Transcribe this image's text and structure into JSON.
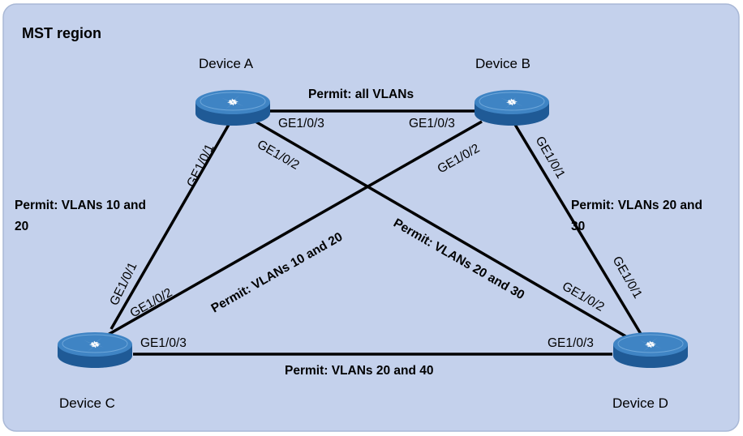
{
  "region": {
    "label": "MST region"
  },
  "devices": {
    "a": {
      "name": "Device A"
    },
    "b": {
      "name": "Device B"
    },
    "c": {
      "name": "Device C"
    },
    "d": {
      "name": "Device D"
    }
  },
  "links": {
    "ab": {
      "permit": "Permit: all VLANs",
      "port_a": "GE1/0/3",
      "port_b": "GE1/0/3"
    },
    "ac": {
      "permit_line1": "Permit: VLANs 10 and",
      "permit_line2": "20",
      "port_a": "GE1/0/1",
      "port_c": "GE1/0/1"
    },
    "bd": {
      "permit_line1": "Permit: VLANs 20 and",
      "permit_line2": "30",
      "port_b": "GE1/0/1",
      "port_d": "GE1/0/1"
    },
    "bc": {
      "permit": "Permit: VLANs 10 and 20",
      "port_b": "GE1/0/2",
      "port_c": "GE1/0/2"
    },
    "ad": {
      "permit": "Permit: VLANs 20 and 30",
      "port_a": "GE1/0/2",
      "port_d": "GE1/0/2"
    },
    "cd": {
      "permit": "Permit: VLANs 20 and 40",
      "port_c": "GE1/0/3",
      "port_d": "GE1/0/3"
    }
  },
  "colors": {
    "region_fill": "#c4d1ec",
    "region_stroke": "#a9b8d6",
    "link": "#000000",
    "switch_top": "#3f84c4",
    "switch_side": "#1f5a96",
    "switch_icon": "#ffffff"
  }
}
